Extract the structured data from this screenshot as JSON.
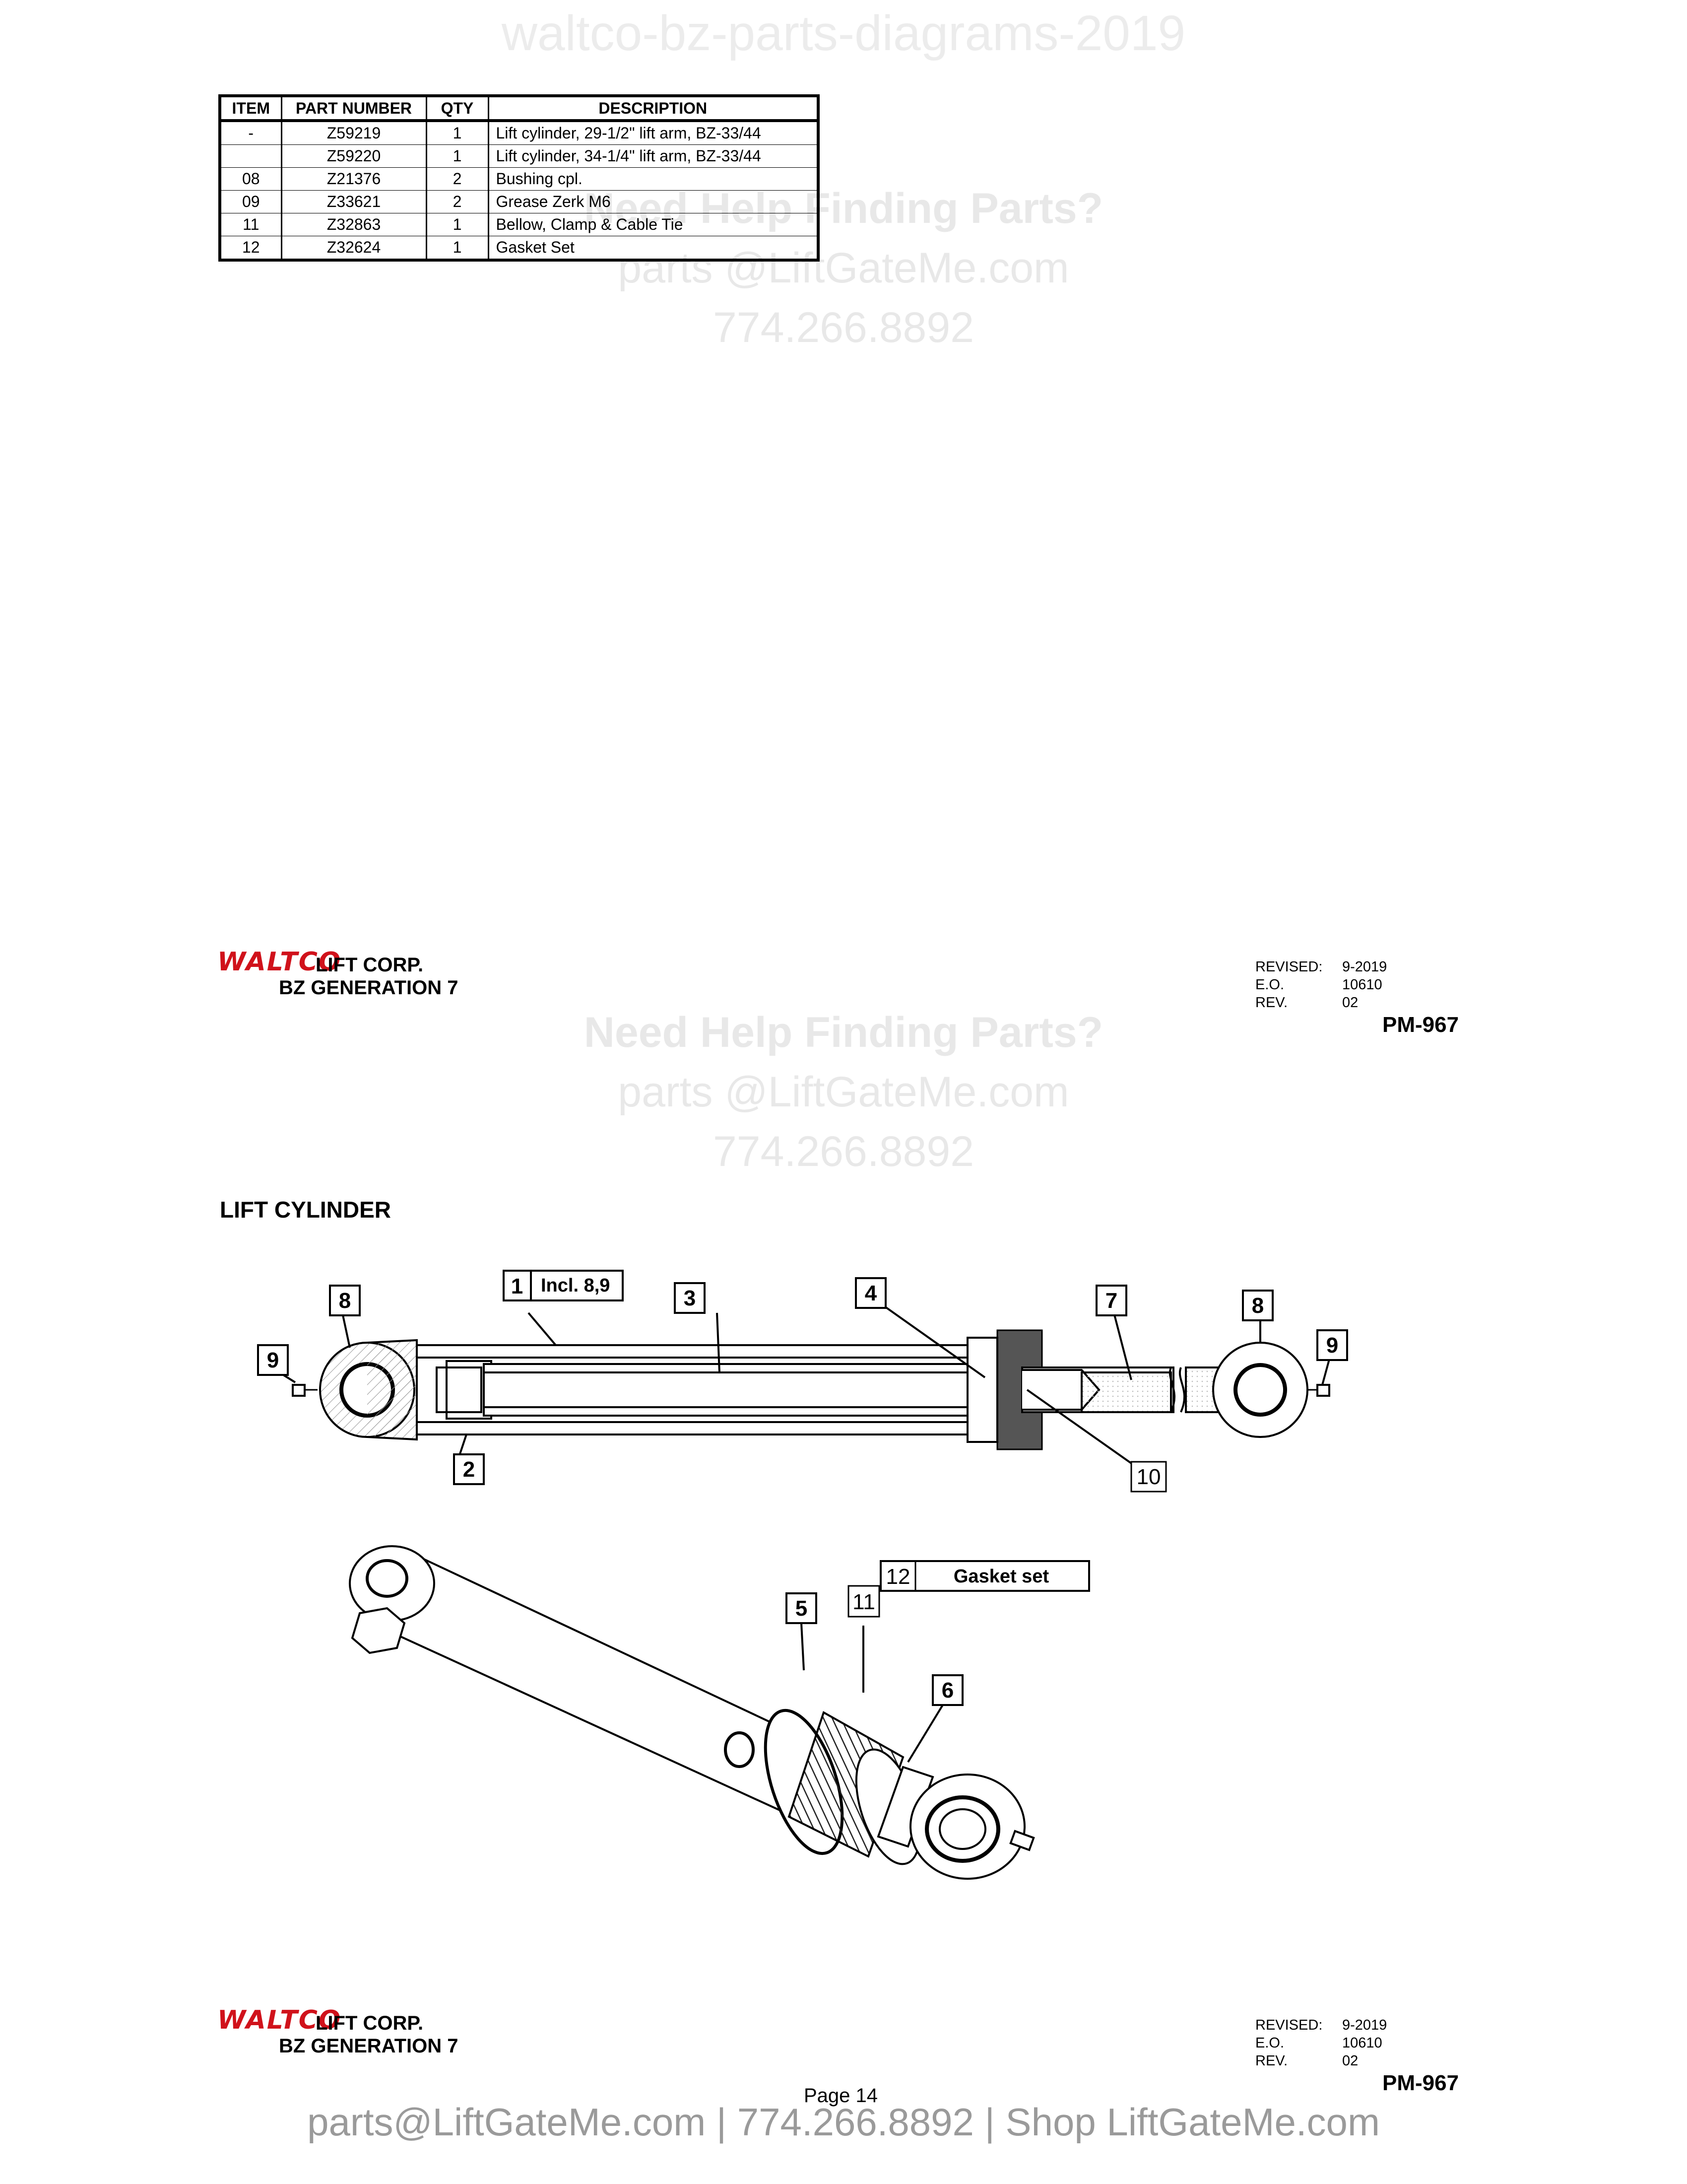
{
  "watermark": {
    "top_title": "waltco-bz-parts-diagrams-2019",
    "help": "Need Help Finding Parts?",
    "email": "parts @LiftGateMe.com",
    "phone": "774.266.8892"
  },
  "parts_table": {
    "headers": [
      "ITEM",
      "PART NUMBER",
      "QTY",
      "DESCRIPTION"
    ],
    "rows": [
      {
        "item": "-",
        "part": "Z59219",
        "qty": "1",
        "desc": "Lift cylinder, 29-1/2\" lift arm, BZ-33/44"
      },
      {
        "item": "",
        "part": "Z59220",
        "qty": "1",
        "desc": "Lift cylinder, 34-1/4\" lift arm, BZ-33/44"
      },
      {
        "item": "08",
        "part": "Z21376",
        "qty": "2",
        "desc": "Bushing cpl."
      },
      {
        "item": "09",
        "part": "Z33621",
        "qty": "2",
        "desc": "Grease Zerk M6"
      },
      {
        "item": "11",
        "part": "Z32863",
        "qty": "1",
        "desc": "Bellow, Clamp & Cable Tie"
      },
      {
        "item": "12",
        "part": "Z32624",
        "qty": "1",
        "desc": "Gasket Set"
      }
    ]
  },
  "page_footer": {
    "logo": "WALTCO",
    "company": "LIFT CORP.",
    "model": "BZ GENERATION 7",
    "revised_label": "REVISED:",
    "revised_value": "9-2019",
    "eo_label": "E.O.",
    "eo_value": "10610",
    "rev_label": "REV.",
    "rev_value": "02",
    "doc_number": "PM-967"
  },
  "section_title": "LIFT CYLINDER",
  "diagram": {
    "callouts": [
      "1",
      "2",
      "3",
      "4",
      "5",
      "6",
      "7",
      "8",
      "9",
      "10",
      "11",
      "12"
    ],
    "callout_1_note": "Incl. 8,9",
    "callout_12_note": "Gasket set"
  },
  "page_number": "Page 14",
  "bottom_banner": "parts@LiftGateMe.com | 774.266.8892 | Shop LiftGateMe.com",
  "colors": {
    "logo": "#d0121b",
    "watermark": "#e8e8e8",
    "banner": "#9a9a9a"
  }
}
